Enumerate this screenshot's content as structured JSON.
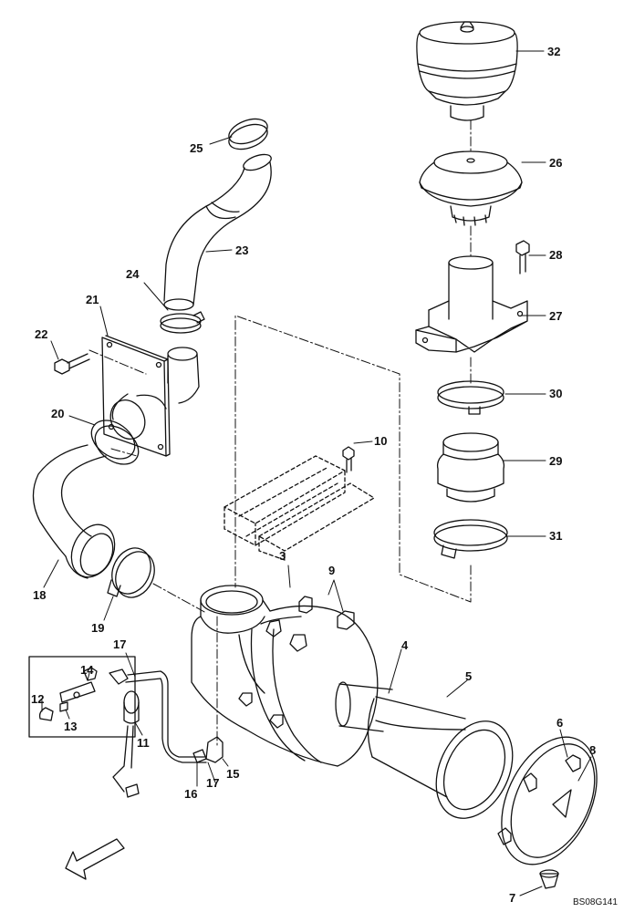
{
  "callouts": [
    {
      "id": "n1",
      "text": "32"
    },
    {
      "id": "n2",
      "text": "26"
    },
    {
      "id": "n3",
      "text": "28"
    },
    {
      "id": "n4",
      "text": "27"
    },
    {
      "id": "n5",
      "text": "30"
    },
    {
      "id": "n6",
      "text": "29"
    },
    {
      "id": "n7",
      "text": "31"
    },
    {
      "id": "n8",
      "text": "25"
    },
    {
      "id": "n9",
      "text": "23"
    },
    {
      "id": "n10",
      "text": "24"
    },
    {
      "id": "n11",
      "text": "21"
    },
    {
      "id": "n12",
      "text": "22"
    },
    {
      "id": "n13",
      "text": "20"
    },
    {
      "id": "n14",
      "text": "10"
    },
    {
      "id": "n15",
      "text": "3"
    },
    {
      "id": "n16",
      "text": "9"
    },
    {
      "id": "n17",
      "text": "18"
    },
    {
      "id": "n18",
      "text": "19"
    },
    {
      "id": "n19",
      "text": "17"
    },
    {
      "id": "n20",
      "text": "14"
    },
    {
      "id": "n21",
      "text": "12"
    },
    {
      "id": "n22",
      "text": "13"
    },
    {
      "id": "n23",
      "text": "11"
    },
    {
      "id": "n24",
      "text": "4"
    },
    {
      "id": "n25",
      "text": "5"
    },
    {
      "id": "n26",
      "text": "6"
    },
    {
      "id": "n27",
      "text": "8"
    },
    {
      "id": "n28",
      "text": "16"
    },
    {
      "id": "n29",
      "text": "17"
    },
    {
      "id": "n30",
      "text": "15"
    },
    {
      "id": "n31",
      "text": "7"
    }
  ],
  "drawing_code": "BS08G141"
}
